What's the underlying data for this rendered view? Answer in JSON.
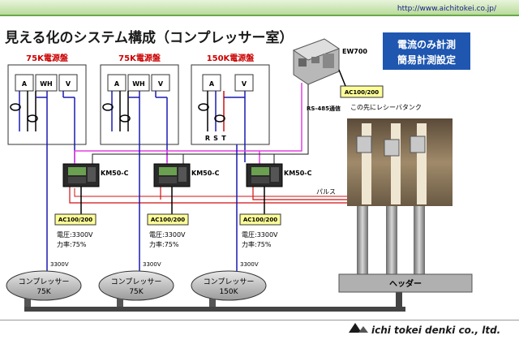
{
  "header": {
    "url": "http://www.aichitokei.co.jp/"
  },
  "title": "見える化のシステム構成（コンプレッサー室）",
  "badge": {
    "line1": "電流のみ計測",
    "line2": "簡易計測設定"
  },
  "panels": [
    {
      "label": "75K電源盤",
      "meters": [
        "A",
        "WH",
        "V"
      ]
    },
    {
      "label": "75K電源盤",
      "meters": [
        "A",
        "WH",
        "V"
      ]
    },
    {
      "label": "150K電源盤",
      "meters": [
        "A",
        "V"
      ],
      "phases": [
        "R",
        "S",
        "T"
      ]
    }
  ],
  "device": {
    "label": "EW700"
  },
  "rs485": {
    "label": "RS-485通信"
  },
  "ac_label": "AC100/200",
  "receiver_note": "この先にレシーバタンク",
  "meter_model": "KM50-C",
  "pulse_label": "パルス",
  "readings": [
    {
      "voltage": "電圧:3300V",
      "power_factor": "力率:75%"
    },
    {
      "voltage": "電圧:3300V",
      "power_factor": "力率:75%"
    },
    {
      "voltage": "電圧:3300V",
      "power_factor": "力率:75%"
    }
  ],
  "voltage_line": "3300V",
  "compressors": [
    {
      "name": "コンプレッサー",
      "size": "75K"
    },
    {
      "name": "コンプレッサー",
      "size": "75K"
    },
    {
      "name": "コンプレッサー",
      "size": "150K"
    }
  ],
  "header_box": "ヘッダー",
  "company": "ichi tokei denki co., ltd.",
  "colors": {
    "accent": "#1a1a8a",
    "panel_label": "#cc0000",
    "wire_pink": "#e040e0",
    "wire_blue": "#1a1ab0",
    "wire_red": "#d01010",
    "badge_bg": "#1e56b0"
  }
}
